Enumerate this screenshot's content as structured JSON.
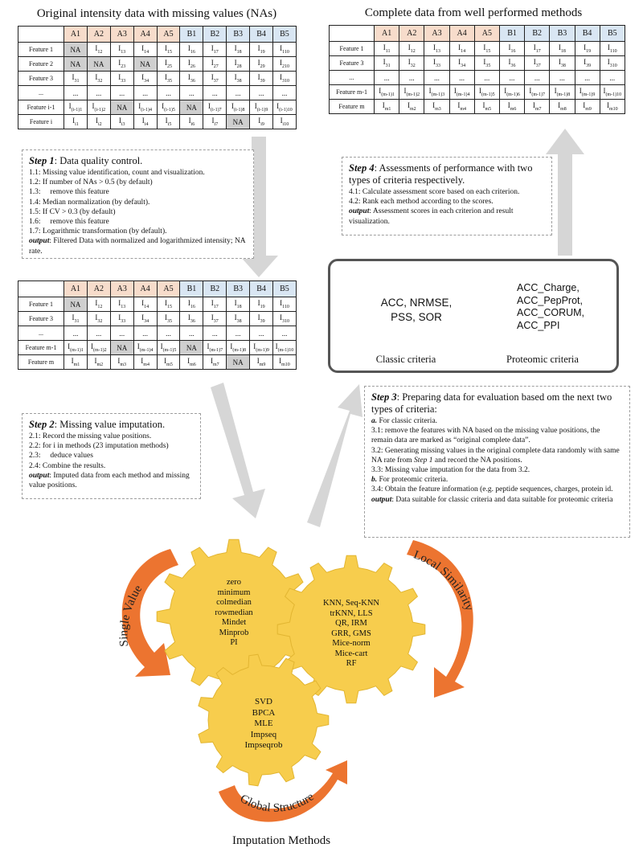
{
  "titles": {
    "original": "Original intensity data with missing values (NAs)",
    "complete": "Complete data from well performed methods",
    "imputation": "Imputation Methods"
  },
  "col_headers": [
    "A1",
    "A2",
    "A3",
    "A4",
    "A5",
    "B1",
    "B2",
    "B3",
    "B4",
    "B5"
  ],
  "table1_rows": [
    {
      "label": "Feature 1",
      "cells": [
        "NA",
        "I12",
        "I13",
        "I14",
        "I15",
        "I16",
        "I17",
        "I18",
        "I19",
        "I110"
      ]
    },
    {
      "label": "Feature 2",
      "cells": [
        "NA",
        "NA",
        "I23",
        "NA",
        "I25",
        "I26",
        "I27",
        "I28",
        "I29",
        "I210"
      ]
    },
    {
      "label": "Feature 3",
      "cells": [
        "I31",
        "I32",
        "I33",
        "I34",
        "I35",
        "I36",
        "I37",
        "I38",
        "I39",
        "I310"
      ]
    },
    {
      "label": "...",
      "cells": [
        "...",
        "...",
        "...",
        "...",
        "...",
        "...",
        "...",
        "...",
        "...",
        "..."
      ]
    },
    {
      "label": "Feature i-1",
      "cells": [
        "I(i-1)1",
        "I(i-1)2",
        "NA",
        "I(i-1)4",
        "I(i-1)5",
        "NA",
        "I(i-1)7",
        "I(i-1)8",
        "I(i-1)9",
        "I(i-1)10"
      ]
    },
    {
      "label": "Feature i",
      "cells": [
        "Ii1",
        "Ii2",
        "Ii3",
        "Ii4",
        "Ii5",
        "Ii6",
        "Ii7",
        "NA",
        "Ii9",
        "Ii10"
      ]
    }
  ],
  "table2_rows": [
    {
      "label": "Feature 1",
      "cells": [
        "NA",
        "I12",
        "I13",
        "I14",
        "I15",
        "I16",
        "I17",
        "I18",
        "I19",
        "I110"
      ]
    },
    {
      "label": "Feature 3",
      "cells": [
        "I31",
        "I32",
        "I33",
        "I34",
        "I35",
        "I36",
        "I37",
        "I38",
        "I39",
        "I310"
      ]
    },
    {
      "label": "...",
      "cells": [
        "...",
        "...",
        "...",
        "...",
        "...",
        "...",
        "...",
        "...",
        "...",
        "..."
      ]
    },
    {
      "label": "Feature m-1",
      "cells": [
        "I(m-1)1",
        "I(m-1)2",
        "NA",
        "I(m-1)4",
        "I(m-1)5",
        "NA",
        "I(m-1)7",
        "I(m-1)8",
        "I(m-1)9",
        "I(m-1)10"
      ]
    },
    {
      "label": "Feature m",
      "cells": [
        "Im1",
        "Im2",
        "Im3",
        "Im4",
        "Im5",
        "Im6",
        "Im7",
        "NA",
        "Im9",
        "Im10"
      ]
    }
  ],
  "table3_rows": [
    {
      "label": "Feature 1",
      "cells": [
        "I11",
        "I12",
        "I13",
        "I14",
        "I15",
        "I16",
        "I17",
        "I18",
        "I19",
        "I110"
      ]
    },
    {
      "label": "Feature 3",
      "cells": [
        "I31",
        "I32",
        "I33",
        "I34",
        "I35",
        "I36",
        "I37",
        "I38",
        "I39",
        "I310"
      ]
    },
    {
      "label": "...",
      "cells": [
        "...",
        "...",
        "...",
        "...",
        "...",
        "...",
        "...",
        "...",
        "...",
        "..."
      ]
    },
    {
      "label": "Feature m-1",
      "cells": [
        "I(m-1)1",
        "I(m-1)2",
        "I(m-1)3",
        "I(m-1)4",
        "I(m-1)5",
        "I(m-1)6",
        "I(m-1)7",
        "I(m-1)8",
        "I(m-1)9",
        "I(m-1)10"
      ]
    },
    {
      "label": "Feature m",
      "cells": [
        "Im1",
        "Im2",
        "Im3",
        "Im4",
        "Im5",
        "Im6",
        "Im7",
        "Im8",
        "Im9",
        "Im10"
      ]
    }
  ],
  "step1": {
    "label": "Step 1",
    "title": ": Data quality control.",
    "lines": [
      "1.1: Missing value identification, count and visualization.",
      "1.2: If number of NAs > 0.5 (by default)",
      "1.3:     remove this feature",
      "1.4: Median normalization (by default).",
      "1.5: If CV > 0.3 (by default)",
      "1.6:     remove this feature",
      "1.7: Logarithmic transformation (by default)."
    ],
    "output_label": "output",
    "output_text": ": Filtered Data with normalized and logarithmized intensity; NA rate."
  },
  "step2": {
    "label": "Step 2",
    "title": ": Missing value imputation.",
    "lines": [
      "2.1: Record the missing value positions.",
      "2.2: for i in methods (23 imputation methods)",
      "2.3:     deduce values",
      "2.4: Combine the results."
    ],
    "output_label": "output",
    "output_text": ": Imputed data from each method and missing value positions."
  },
  "step3": {
    "label": "Step 3",
    "title": ": Preparing data for evaluation based om the next two types of criteria:",
    "a_label": "a.",
    "a_text": " For classic criteria.",
    "line_31": "3.1: remove the features with NA based on the missing value positions, the remain data are marked as “original complete data”.",
    "line_32a": "3.2: Generating missing values in the original complete data randomly with same NA rate from ",
    "line_32_step": "Step 1",
    "line_32b": " and record the NA positions.",
    "line_33": "3.3: Missing value imputation for the data from 3.2.",
    "b_label": "b.",
    "b_text": " For proteomic criteria.",
    "line_34": "3.4: Obtain the feature information (e.g. peptide sequences, charges, protein id.",
    "output_label": "output",
    "output_text": ": Data suitable for classic criteria and data suitable for proteomic criteria"
  },
  "step4": {
    "label": "Step 4",
    "title": ": Assessments of performance with two types of criteria respectively.",
    "lines": [
      "4.1: Calculate assessment score based on each criterion.",
      "4.2: Rank each method according to the scores."
    ],
    "output_label": "output",
    "output_text": ": Assessment scores in each criterion and result visualization."
  },
  "criteria": {
    "classic_items": [
      "ACC, NRMSE,",
      "PSS, SOR"
    ],
    "classic_label": "Classic criteria",
    "proteomic_items": [
      "ACC_Charge,",
      "ACC_PepProt,",
      "ACC_CORUM,",
      "ACC_PPI"
    ],
    "proteomic_label": "Proteomic criteria"
  },
  "gears": {
    "single": [
      "zero",
      "minimum",
      "colmedian",
      "rowmedian",
      "Mindet",
      "Minprob",
      "PI"
    ],
    "local": [
      "KNN, Seq-KNN",
      "trKNN, LLS",
      "QR, IRM",
      "GRR, GMS",
      "Mice-norm",
      "Mice-cart",
      "RF"
    ],
    "global": [
      "SVD",
      "BPCA",
      "MLE",
      "Impseq",
      "Impseqrob"
    ]
  },
  "arc_labels": {
    "single": "Single Value",
    "local": "Local Similarity",
    "global": "Global Structure"
  },
  "colors": {
    "group_a": "#f7dccb",
    "group_b": "#d9e6f3",
    "na_cell": "#cfcfcf",
    "gear": "#f7cd4d",
    "arrow_orange": "#ec7430",
    "flow_arrow": "#d6d6d6",
    "classic_blue": "#6d9fd2",
    "proteomic_orange": "#d2601d"
  }
}
